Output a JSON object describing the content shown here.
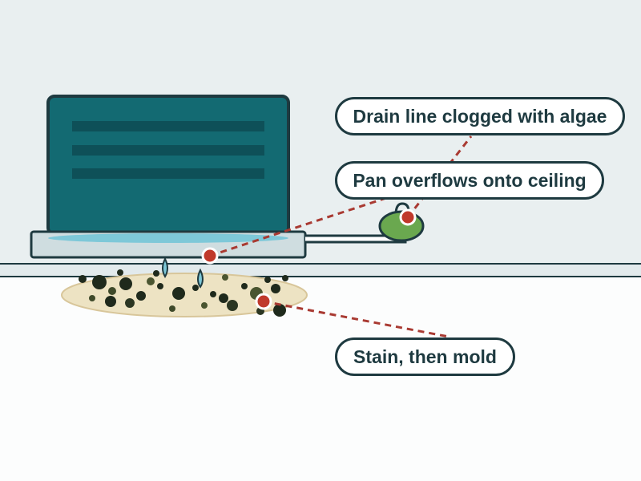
{
  "callouts": {
    "drain_clog": "Drain line clogged with algae",
    "pan_overflow": "Pan overflows onto ceiling",
    "stain_mold": "Stain, then mold"
  },
  "colors": {
    "attic_wall": "#e9eff0",
    "ceiling_below": "#fcfdfd",
    "air_handler": "#136a72",
    "air_handler_stripe": "#0e5058",
    "drain_pan": "#cfdde0",
    "overflow_water": "#7ec8d8",
    "algae_clog": "#6aa84f",
    "stain": "#ede3c3",
    "mold_spots": "#1f2a1c",
    "outline": "#1e3a40",
    "leader_dots": "#c0392b"
  },
  "icons": [
    "air-handler-icon",
    "drain-pan-icon",
    "drain-line-icon",
    "algae-clog-icon",
    "water-drip-icon",
    "mold-spot-icon"
  ]
}
